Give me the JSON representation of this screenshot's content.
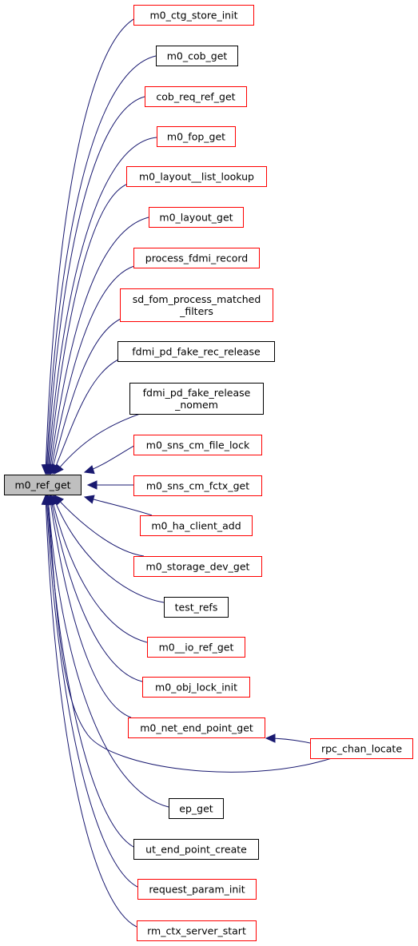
{
  "colors": {
    "edge": "#191970",
    "border_red": "#ff0000",
    "border_black": "#000000",
    "root_fill": "#bfbfbf",
    "node_fill": "#ffffff"
  },
  "root": {
    "id": "root",
    "lines": [
      "m0_ref_get"
    ],
    "border": "black",
    "fill": "gray"
  },
  "callers": [
    {
      "id": "n1",
      "lines": [
        "m0_ctg_store_init"
      ],
      "border": "red"
    },
    {
      "id": "n2",
      "lines": [
        "m0_cob_get"
      ],
      "border": "black"
    },
    {
      "id": "n3",
      "lines": [
        "cob_req_ref_get"
      ],
      "border": "red"
    },
    {
      "id": "n4",
      "lines": [
        "m0_fop_get"
      ],
      "border": "red"
    },
    {
      "id": "n5",
      "lines": [
        "m0_layout__list_lookup"
      ],
      "border": "red"
    },
    {
      "id": "n6",
      "lines": [
        "m0_layout_get"
      ],
      "border": "red"
    },
    {
      "id": "n7",
      "lines": [
        "process_fdmi_record"
      ],
      "border": "red"
    },
    {
      "id": "n8",
      "lines": [
        "sd_fom_process_matched",
        "_filters"
      ],
      "border": "red"
    },
    {
      "id": "n9",
      "lines": [
        "fdmi_pd_fake_rec_release"
      ],
      "border": "black"
    },
    {
      "id": "n10",
      "lines": [
        "fdmi_pd_fake_release",
        "_nomem"
      ],
      "border": "black"
    },
    {
      "id": "n11",
      "lines": [
        "m0_sns_cm_file_lock"
      ],
      "border": "red"
    },
    {
      "id": "n12",
      "lines": [
        "m0_sns_cm_fctx_get"
      ],
      "border": "red"
    },
    {
      "id": "n13",
      "lines": [
        "m0_ha_client_add"
      ],
      "border": "red"
    },
    {
      "id": "n14",
      "lines": [
        "m0_storage_dev_get"
      ],
      "border": "red"
    },
    {
      "id": "n15",
      "lines": [
        "test_refs"
      ],
      "border": "black"
    },
    {
      "id": "n16",
      "lines": [
        "m0__io_ref_get"
      ],
      "border": "red"
    },
    {
      "id": "n17",
      "lines": [
        "m0_obj_lock_init"
      ],
      "border": "red"
    },
    {
      "id": "n18",
      "lines": [
        "m0_net_end_point_get"
      ],
      "border": "red"
    },
    {
      "id": "n19",
      "lines": [
        "ep_get"
      ],
      "border": "black"
    },
    {
      "id": "n20",
      "lines": [
        "ut_end_point_create"
      ],
      "border": "black"
    },
    {
      "id": "n21",
      "lines": [
        "request_param_init"
      ],
      "border": "red"
    },
    {
      "id": "n22",
      "lines": [
        "rm_ctx_server_start"
      ],
      "border": "red"
    }
  ],
  "secondary": [
    {
      "id": "n23",
      "lines": [
        "rpc_chan_locate"
      ],
      "border": "red"
    }
  ],
  "edges": [
    {
      "from": "n1",
      "to": "root"
    },
    {
      "from": "n2",
      "to": "root"
    },
    {
      "from": "n3",
      "to": "root"
    },
    {
      "from": "n4",
      "to": "root"
    },
    {
      "from": "n5",
      "to": "root"
    },
    {
      "from": "n6",
      "to": "root"
    },
    {
      "from": "n7",
      "to": "root"
    },
    {
      "from": "n8",
      "to": "root"
    },
    {
      "from": "n9",
      "to": "root"
    },
    {
      "from": "n10",
      "to": "root"
    },
    {
      "from": "n11",
      "to": "root"
    },
    {
      "from": "n12",
      "to": "root"
    },
    {
      "from": "n13",
      "to": "root"
    },
    {
      "from": "n14",
      "to": "root"
    },
    {
      "from": "n15",
      "to": "root"
    },
    {
      "from": "n16",
      "to": "root"
    },
    {
      "from": "n17",
      "to": "root"
    },
    {
      "from": "n18",
      "to": "root"
    },
    {
      "from": "n23",
      "to": "root"
    },
    {
      "from": "n19",
      "to": "root"
    },
    {
      "from": "n20",
      "to": "root"
    },
    {
      "from": "n21",
      "to": "root"
    },
    {
      "from": "n22",
      "to": "root"
    },
    {
      "from": "n23",
      "to": "n18"
    }
  ]
}
